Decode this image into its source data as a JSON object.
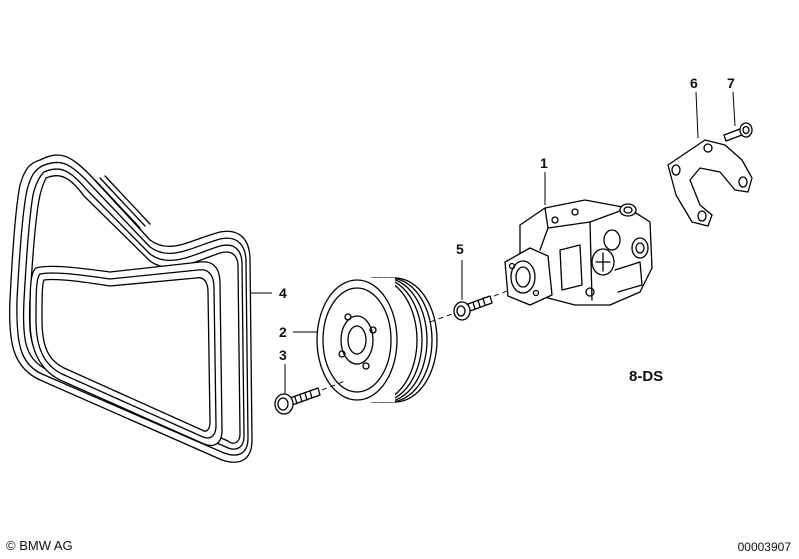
{
  "callouts": {
    "c1": "1",
    "c2": "2",
    "c3": "3",
    "c4": "4",
    "c5": "5",
    "c6": "6",
    "c7": "7"
  },
  "engine_code": "8-DS",
  "copyright": "© BMW AG",
  "drawing_number": "00003907"
}
